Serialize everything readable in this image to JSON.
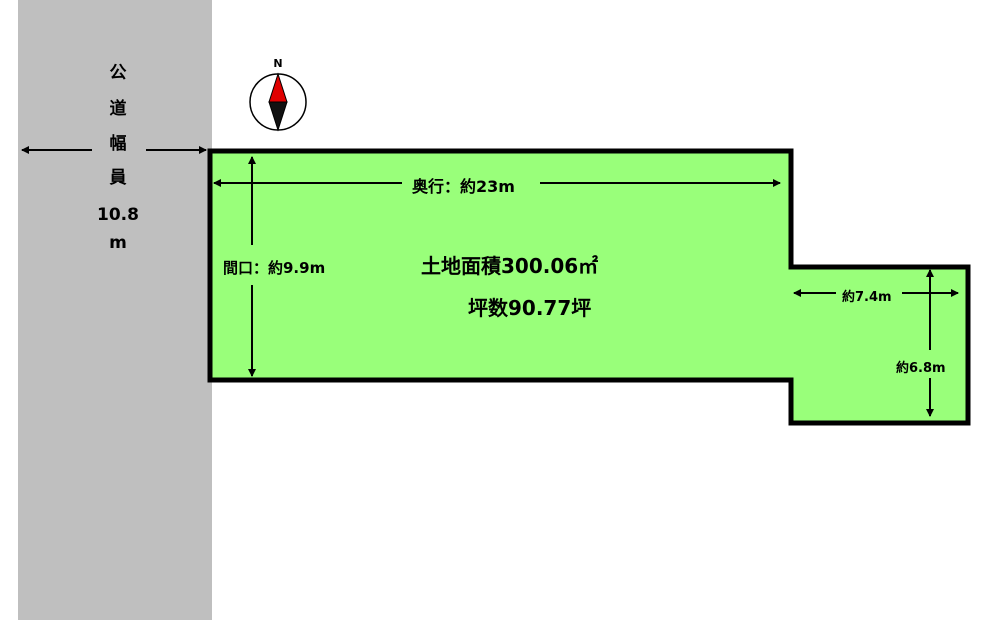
{
  "road": {
    "chars": [
      "公",
      "道",
      "幅",
      "員"
    ],
    "width_value": "10.8",
    "width_unit": "m",
    "color": "#bfbfbf"
  },
  "compass": {
    "north_label": "N",
    "icon": "compass-north-icon"
  },
  "lot": {
    "fill_color": "#99ff7a",
    "depth_label": "奥行：約23m",
    "frontage_label": "間口：約9.9m",
    "area_label": "土地面積300.06㎡",
    "tsubo_label": "坪数90.77坪",
    "notch_width_label": "約7.4m",
    "notch_height_label": "約6.8m"
  }
}
